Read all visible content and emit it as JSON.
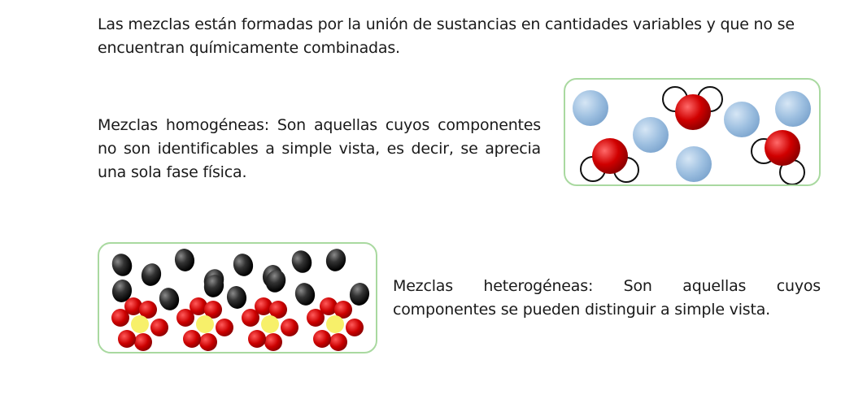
{
  "intro": {
    "text": "Las mezclas están formadas por la unión de sustancias en cantidades variables y que no se encuentran químicamente combinadas."
  },
  "homogeneous": {
    "text": "Mezclas homogéneas: Son aquellas cuyos componentes no son identificables a simple vista, es decir, se aprecia una sola fase física."
  },
  "heterogeneous": {
    "text": "Mezclas heterogéneas: Son aquellas cuyos componentes se pueden distinguir a simple vista."
  },
  "colors": {
    "panel_border": "#a9d9a0",
    "blue_particle": "#9dbfe0",
    "red_atom": "#cc0000",
    "black_particle": "#2a2a2a",
    "yellow_center": "#f7f06a"
  }
}
